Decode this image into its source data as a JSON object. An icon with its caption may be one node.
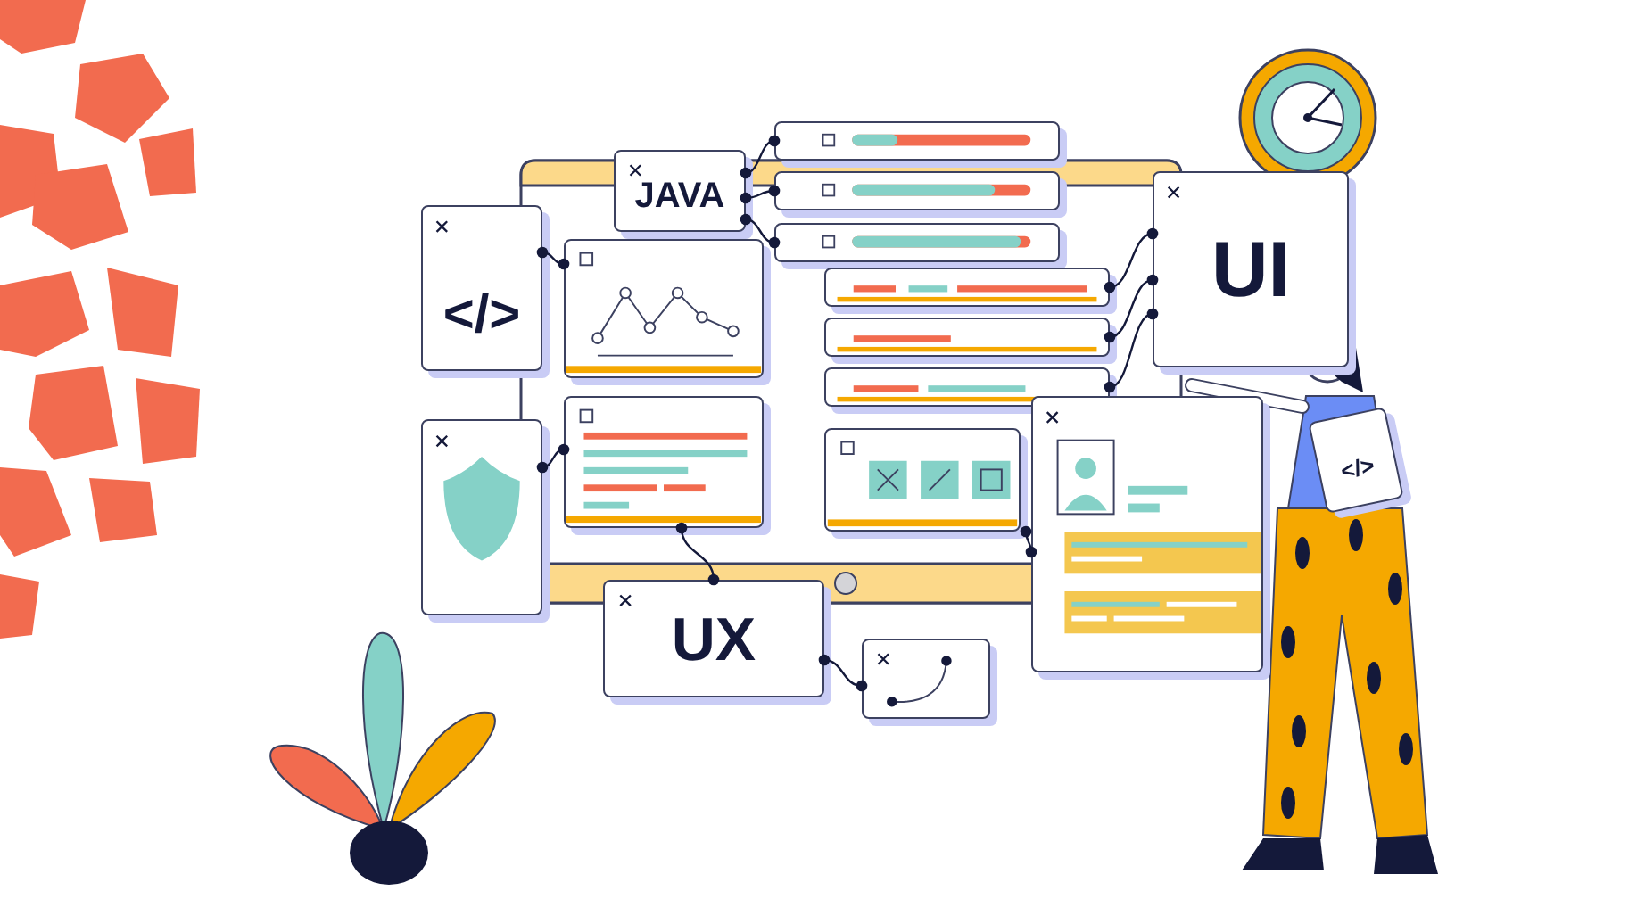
{
  "diagram": {
    "nodes": [
      {
        "text": [
          "</>"
        ]
      },
      {
        "text": [
          "JAVA"
        ]
      },
      {
        "text": [],
        "shape": "box"
      },
      {
        "text": [],
        "shape": "box"
      },
      {
        "text": [],
        "shape": "box"
      },
      {
        "text": [
          "UI"
        ]
      },
      {
        "text": [],
        "shape": "box"
      },
      {
        "text": [],
        "shape": "box"
      },
      {
        "text": [],
        "shape": "box"
      },
      {
        "text": [],
        "shape": "box"
      },
      {
        "text": [],
        "shape": "box"
      },
      {
        "text": [],
        "shape": "box"
      },
      {
        "text": [],
        "shape": "box"
      },
      {
        "text": [],
        "shape": "box"
      },
      {
        "text": [
          "UX"
        ]
      },
      {
        "text": [],
        "shape": "box"
      },
      {
        "text": [
          "</>"
        ]
      }
    ],
    "edges": [
      {
        "from": 0,
        "to": 6,
        "arrow": "other"
      },
      {
        "from": 1,
        "to": 2,
        "arrow": "other"
      },
      {
        "from": 1,
        "to": 3,
        "arrow": "other"
      },
      {
        "from": 1,
        "to": 4,
        "arrow": "other"
      },
      {
        "from": 7,
        "to": 5,
        "arrow": "other"
      },
      {
        "from": 8,
        "to": 5,
        "arrow": "other"
      },
      {
        "from": 9,
        "to": 5,
        "arrow": "other"
      },
      {
        "from": 10,
        "to": 11,
        "arrow": "other"
      },
      {
        "from": 11,
        "to": 14,
        "arrow": "other"
      },
      {
        "from": 12,
        "to": 13,
        "arrow": "other"
      },
      {
        "from": 14,
        "to": 15,
        "arrow": "other"
      }
    ]
  }
}
